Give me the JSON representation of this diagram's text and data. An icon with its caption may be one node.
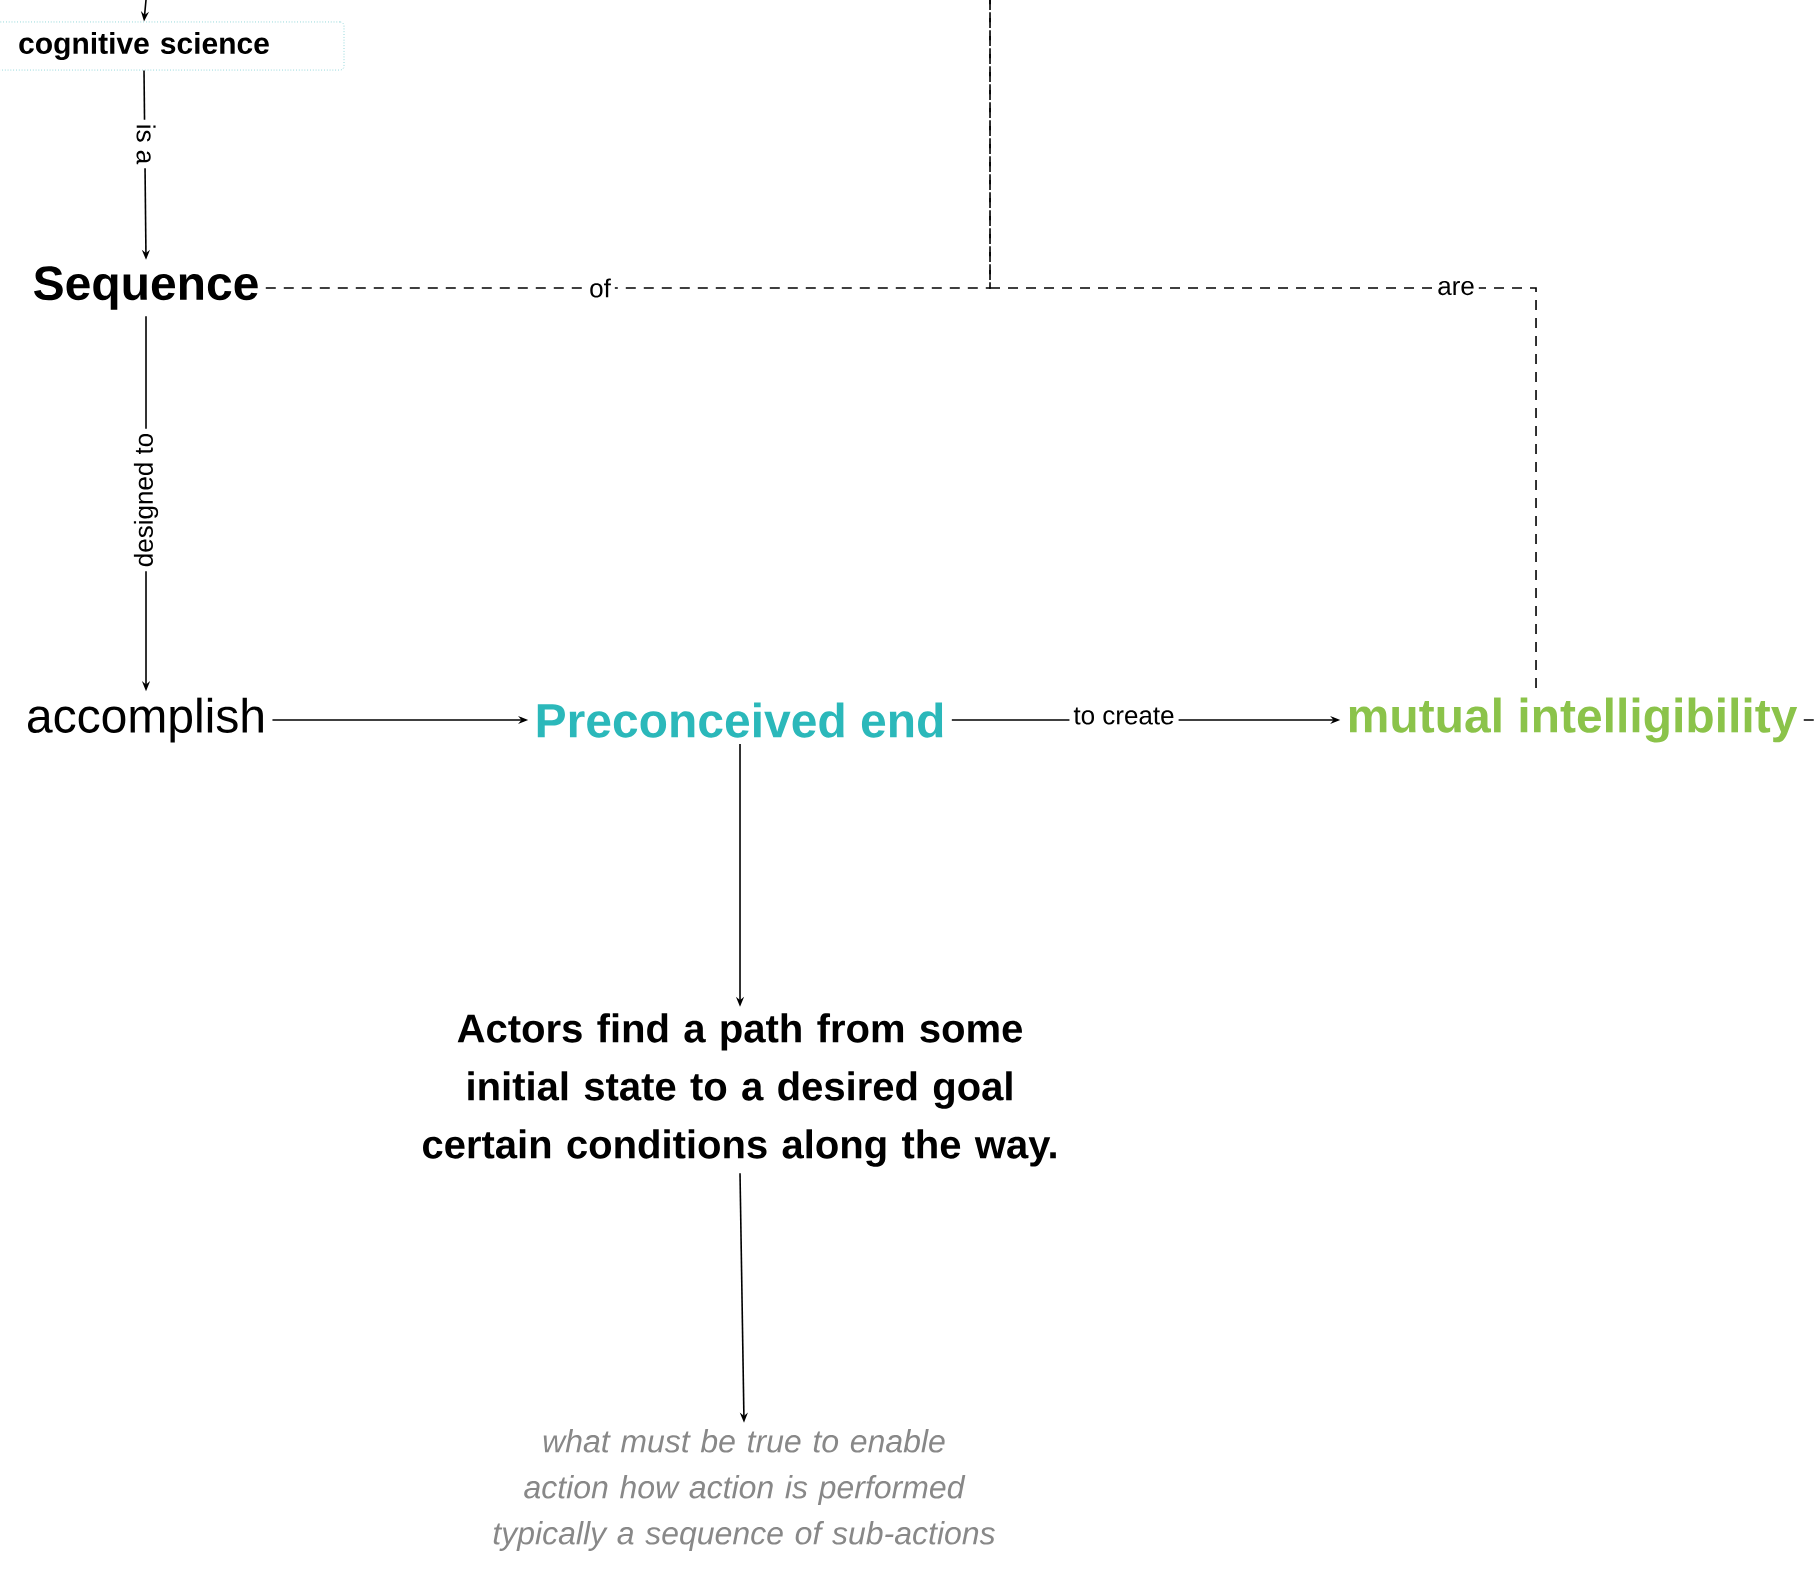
{
  "diagram": {
    "nodes": [
      {
        "text": [
          "cognitive science"
        ]
      },
      {
        "text": [
          "Sequence"
        ]
      },
      {
        "text": [
          "accomplish"
        ]
      },
      {
        "text": [
          "Preconceived end"
        ]
      },
      {
        "text": [
          "mutual intelligibility"
        ]
      },
      {
        "text": [
          "Actors  find a path from some initial state to a desired goal certain conditions along the way."
        ]
      },
      {
        "text": [
          "what must be true to enable action how action is performed typically a sequence of sub-actions"
        ]
      }
    ],
    "edges": [
      {
        "from": null,
        "to": 0,
        "arrow": "to"
      },
      {
        "from": 0,
        "to": 1,
        "arrow": "to",
        "label": "is a"
      },
      {
        "from": 1,
        "to": 2,
        "arrow": "to",
        "label": "designed to"
      },
      {
        "from": 2,
        "to": 3,
        "arrow": "to"
      },
      {
        "from": 3,
        "to": 4,
        "arrow": "to",
        "label": "to create"
      },
      {
        "from": 3,
        "to": 5,
        "arrow": "to"
      },
      {
        "from": 5,
        "to": 6,
        "arrow": "to"
      },
      {
        "from": 1,
        "to": null,
        "arrow": "none",
        "label": "of",
        "style": "dashed"
      },
      {
        "from": null,
        "to": 4,
        "arrow": "none",
        "label": "are",
        "style": "dashed"
      },
      {
        "from": 4,
        "to": null,
        "arrow": "none",
        "style": "dashed"
      }
    ]
  }
}
